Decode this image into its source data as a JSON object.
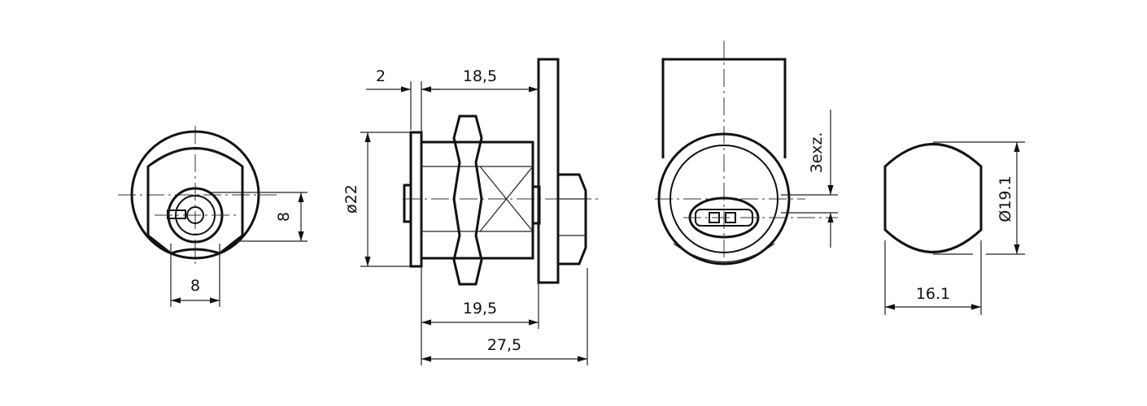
{
  "dimensions": {
    "front_key_height": "8",
    "front_key_width": "8",
    "flange_thickness": "2",
    "thread_length": "18,5",
    "body_diameter": "ø22",
    "body_length": "19,5",
    "overall_length": "27,5",
    "cam_eccentricity": "3exz.",
    "cutout_diameter": "Ø19.1",
    "cutout_width": "16.1"
  },
  "colors": {
    "line": "#111111",
    "background": "#ffffff"
  }
}
